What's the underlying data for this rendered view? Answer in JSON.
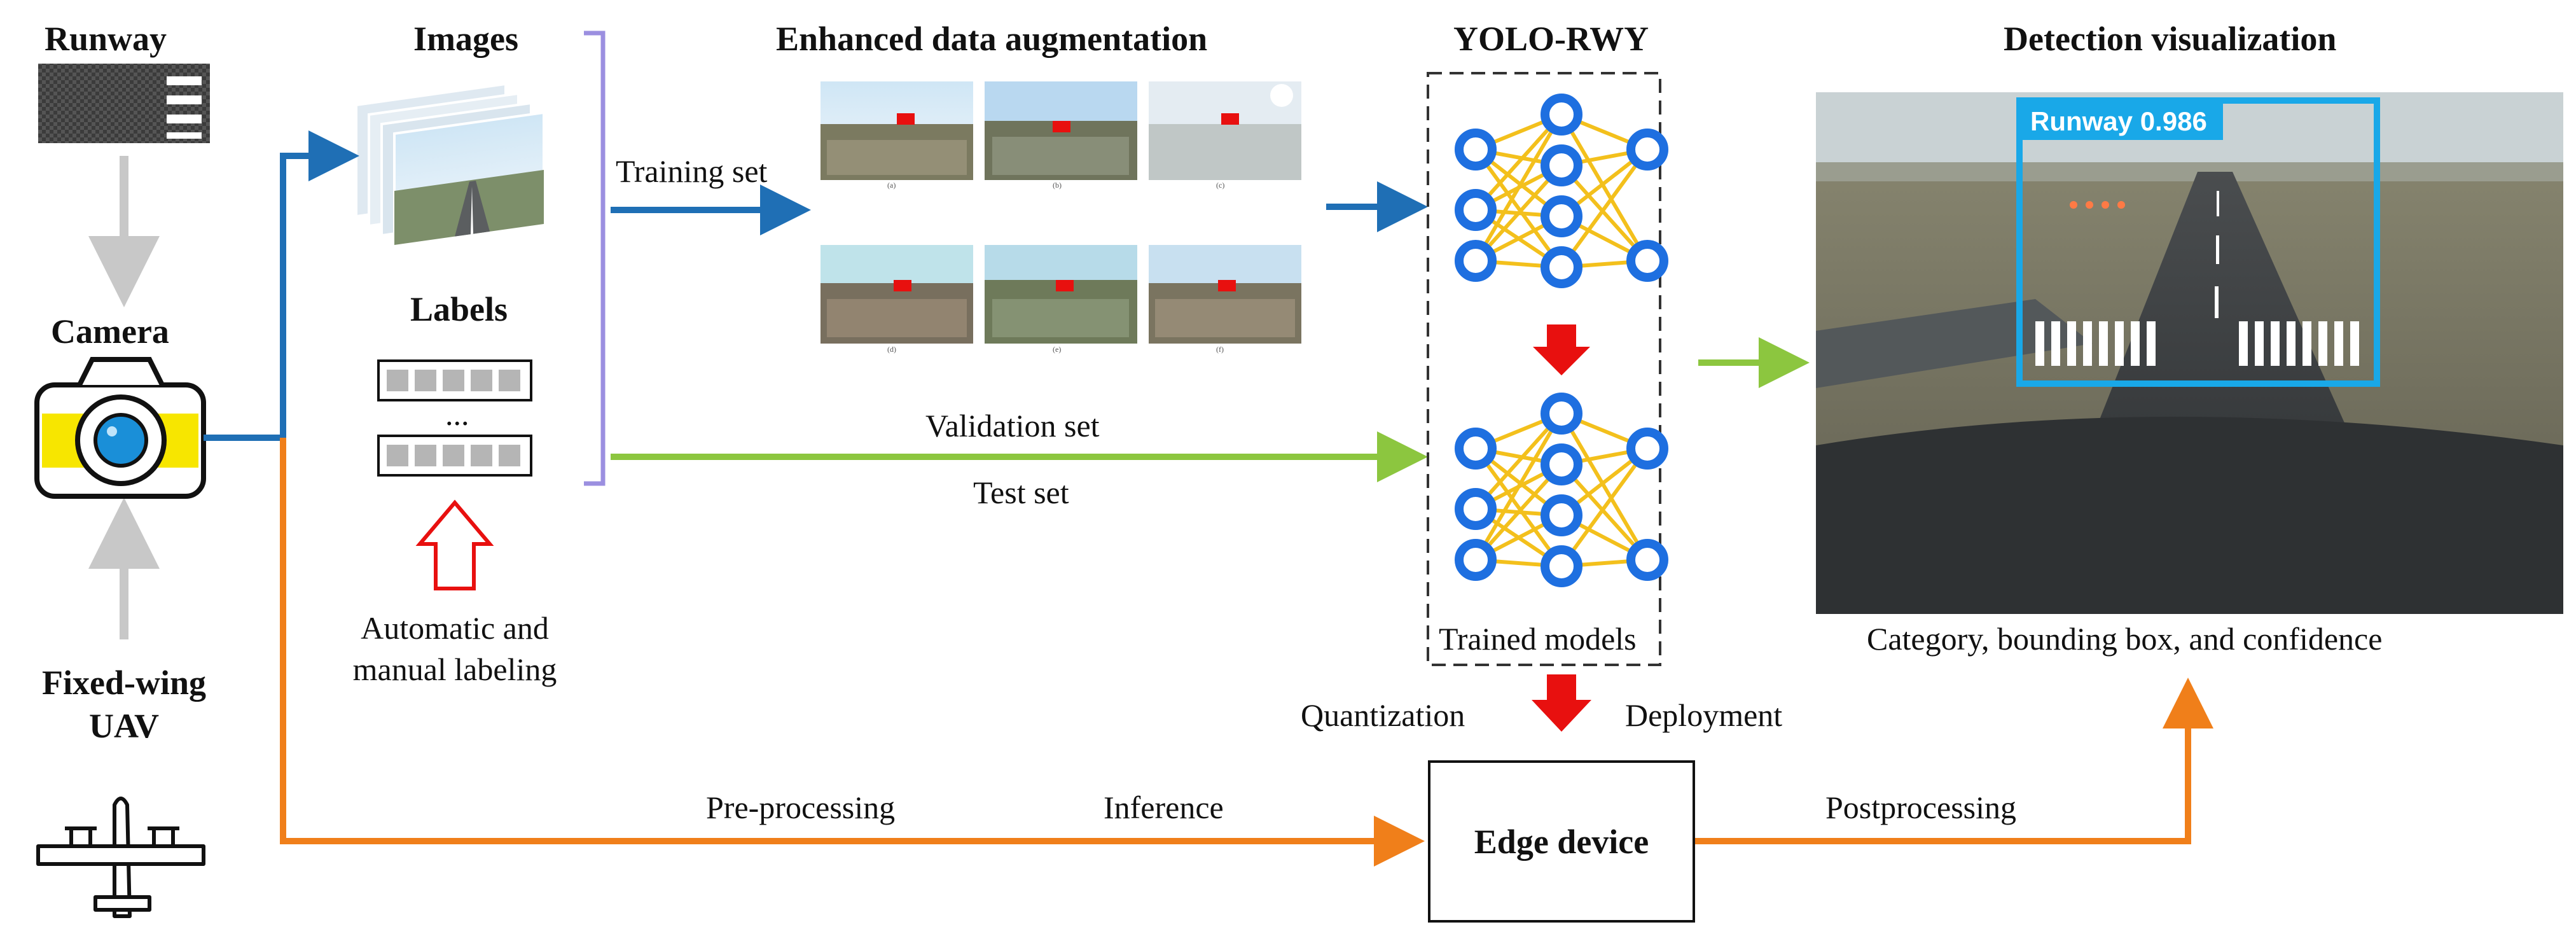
{
  "labels": {
    "runway": "Runway",
    "camera": "Camera",
    "uav": "Fixed-wing UAV",
    "images": "Images",
    "labels": "Labels",
    "ellipsis": "...",
    "labeling": "Automatic and manual labeling",
    "augmentation": "Enhanced data augmentation",
    "training_set": "Training set",
    "validation_set": "Validation set",
    "test_set": "Test set",
    "yolo": "YOLO-RWY",
    "trained_models": "Trained models",
    "quantization": "Quantization",
    "deployment": "Deployment",
    "edge_device": "Edge device",
    "preprocessing": "Pre-processing",
    "inference": "Inference",
    "postprocessing": "Postprocessing",
    "detection": "Detection visualization",
    "detection_caption": "Category, bounding box, and confidence",
    "box_label": "Runway 0.986",
    "aug_tags": [
      "(a)",
      "(b)",
      "(c)",
      "(d)",
      "(e)",
      "(f)"
    ]
  },
  "colors": {
    "blue": "#1f6fb5",
    "green": "#8cc63f",
    "orange": "#f07f1a",
    "red": "#e8100f",
    "node": "#1e6fe0",
    "edge": "#f3c01c",
    "bracket": "#9b8fe0",
    "gray_arrow": "#c8c8c8",
    "box_blue": "#19a8e8"
  },
  "icons": [
    "runway-icon",
    "camera-icon",
    "uav-icon",
    "image-stack-icon",
    "label-list-icon",
    "hollow-arrow-icon"
  ]
}
